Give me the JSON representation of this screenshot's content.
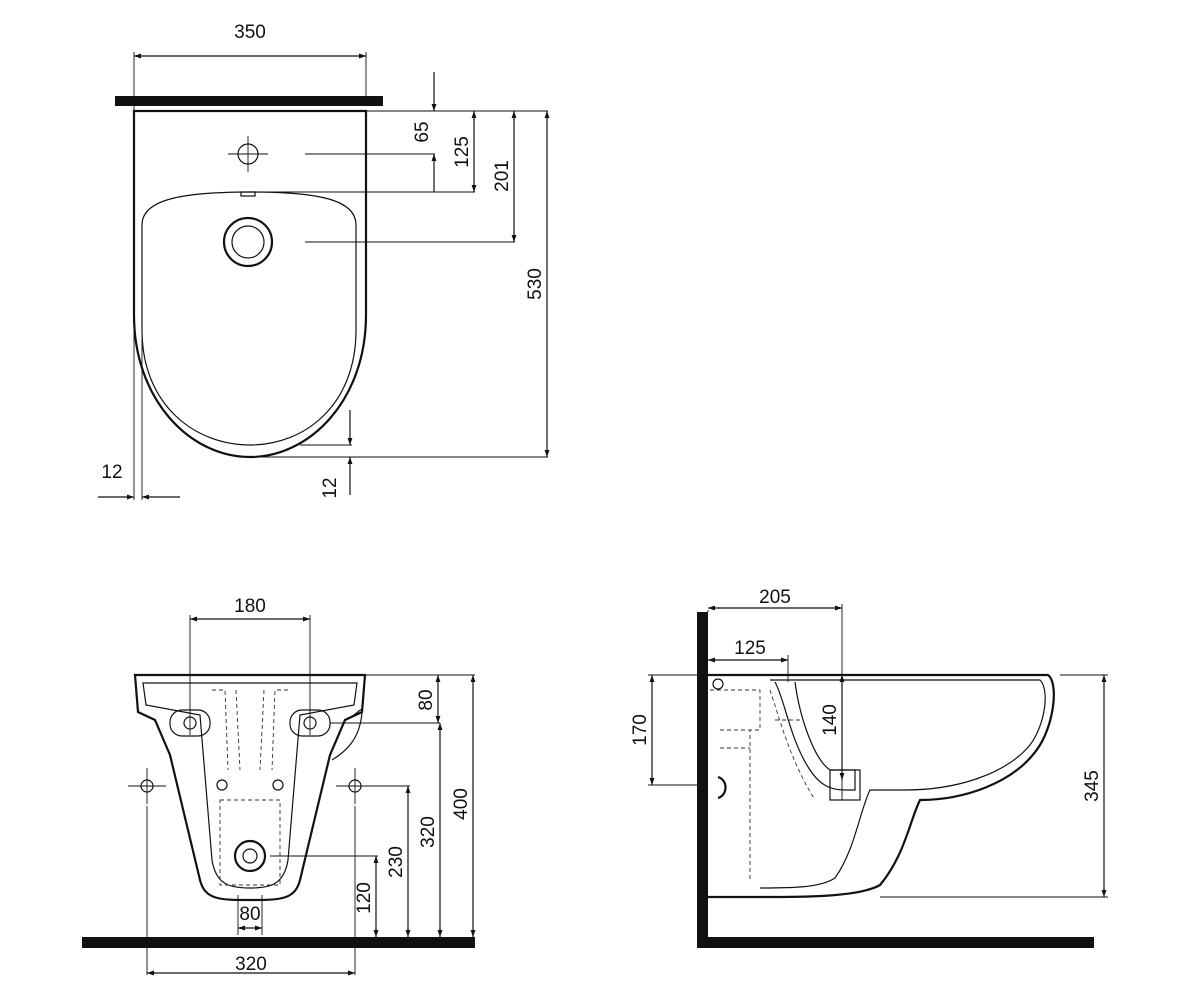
{
  "dimensions": {
    "top_view": {
      "width": "350",
      "hole_offset": "65",
      "rim_offset": "125",
      "drain_offset": "201",
      "depth": "530",
      "side_margin": "12",
      "front_margin": "12"
    },
    "front_view": {
      "bolt_spacing": "180",
      "top_to_bolts": "80",
      "overall_height": "400",
      "mount_holes_height": "320",
      "inlet_height": "230",
      "outlet_height": "120",
      "outlet_width": "80",
      "mount_spacing": "320"
    },
    "side_view": {
      "wall_to_center": "205",
      "wall_to_inlet": "125",
      "inlet_depth": "140",
      "wall_height": "170",
      "bowl_height": "345"
    }
  }
}
